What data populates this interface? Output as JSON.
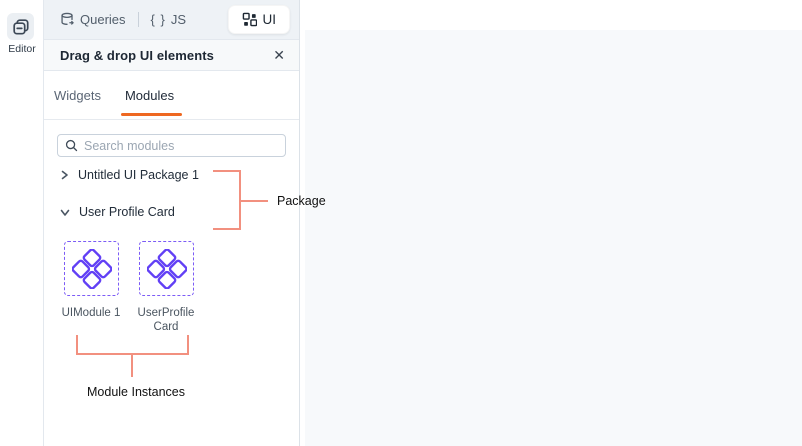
{
  "sidebar": {
    "editor_label": "Editor"
  },
  "topbar": {
    "queries_label": "Queries",
    "js_glyph": "{ }",
    "js_label": "JS",
    "ui_label": "UI"
  },
  "panel": {
    "title": "Drag & drop UI elements",
    "close_glyph": "✕",
    "tabs": [
      {
        "label": "Widgets",
        "active": false
      },
      {
        "label": "Modules",
        "active": true
      }
    ],
    "search_placeholder": "Search modules",
    "packages": [
      {
        "name": "Untitled UI Package 1",
        "expanded": false
      },
      {
        "name": "User Profile Card",
        "expanded": true
      }
    ],
    "module_instances": [
      {
        "name": "UIModule 1"
      },
      {
        "name": "UserProfileCard"
      }
    ]
  },
  "annotations": {
    "package_label": "Package",
    "module_instances_label": "Module Instances",
    "line_color": "#F2907F"
  },
  "colors": {
    "accent_orange": "#EE6821",
    "module_purple": "#6240F5",
    "canvas_bg": "#F7F9FB"
  }
}
